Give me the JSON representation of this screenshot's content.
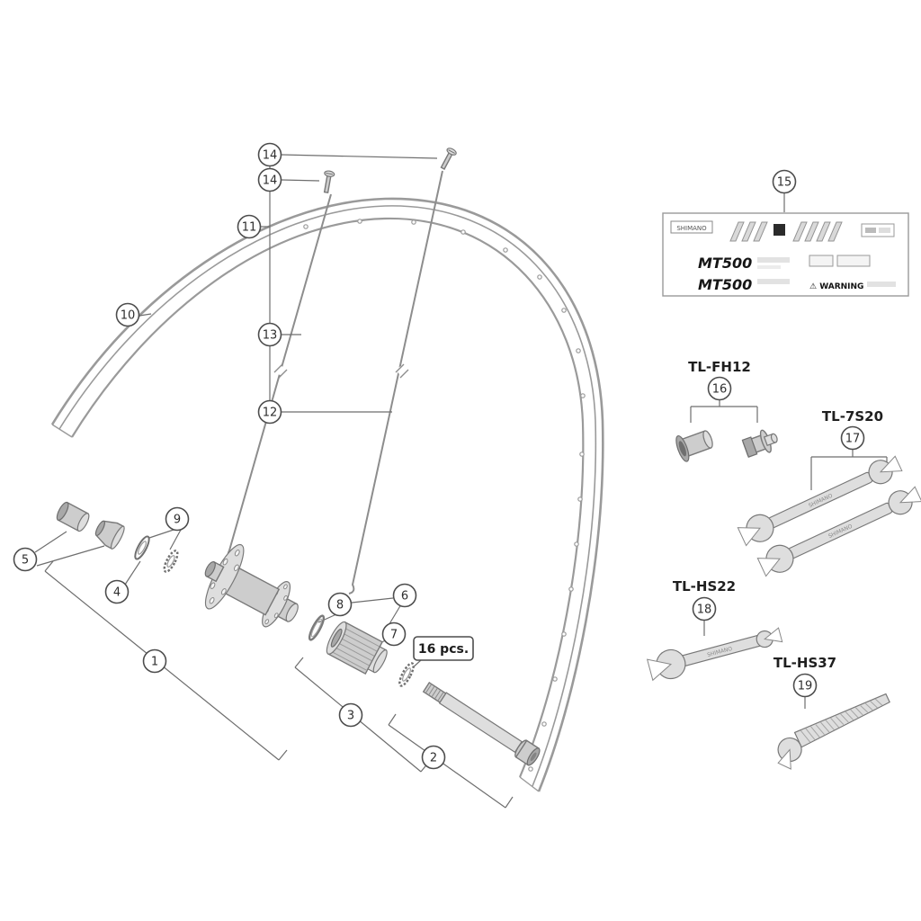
{
  "diagram": {
    "callouts": {
      "n1": "1",
      "n2": "2",
      "n3": "3",
      "n4": "4",
      "n5": "5",
      "n6": "6",
      "n7": "7",
      "n8": "8",
      "n9": "9",
      "n10": "10",
      "n11": "11",
      "n12": "12",
      "n13": "13",
      "n14": "14",
      "n15": "15",
      "n16": "16",
      "n17": "17",
      "n18": "18",
      "n19": "19"
    },
    "quantity_note": "16 pcs.",
    "tools": {
      "tl_fh12": "TL-FH12",
      "tl_7s20": "TL-7S20",
      "tl_hs22": "TL-HS22",
      "tl_hs37": "TL-HS37",
      "brand": "SHIMANO"
    },
    "decal": {
      "brand": "SHIMANO",
      "model_top": "MT500",
      "model_bottom": "MT500",
      "warning": "⚠ WARNING"
    }
  }
}
